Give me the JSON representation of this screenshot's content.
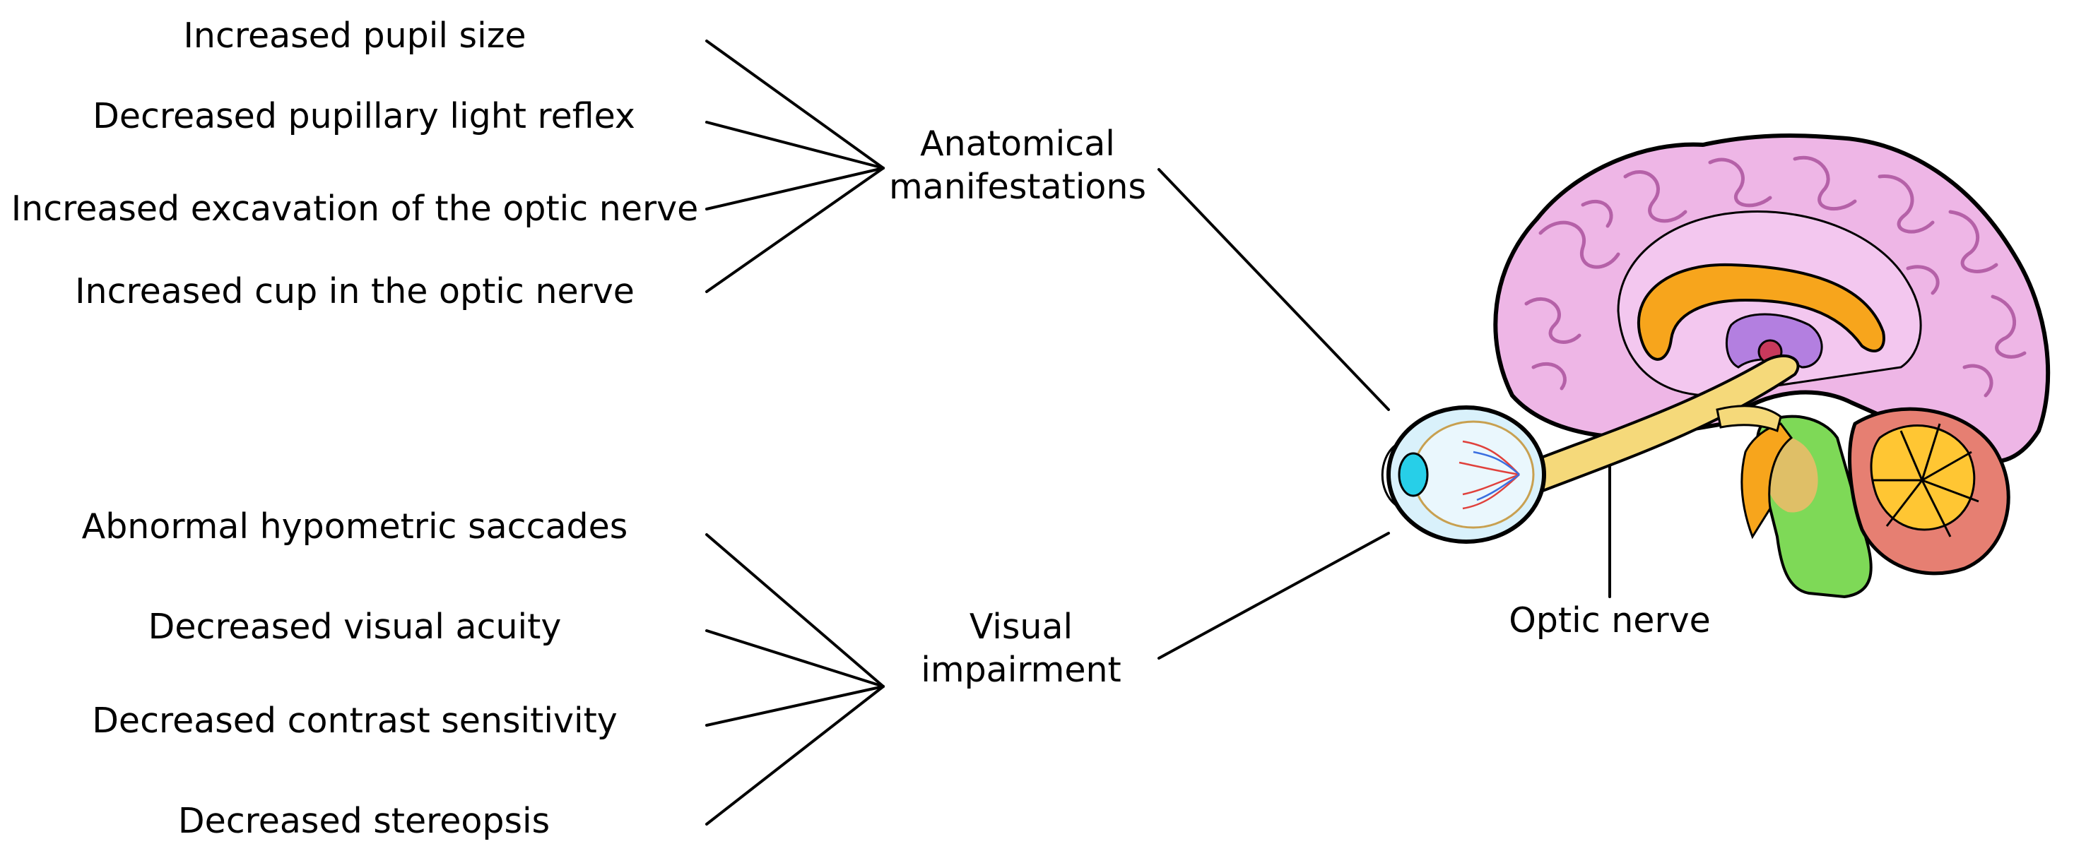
{
  "anatomical_group": {
    "heading_lines": [
      "Anatomical",
      "manifestations"
    ],
    "items": [
      "Increased pupil size",
      "Decreased pupillary light reflex",
      "Increased excavation of the optic nerve",
      "Increased cup in the optic nerve"
    ]
  },
  "visual_group": {
    "heading_lines": [
      "Visual",
      "impairment"
    ],
    "items": [
      "Abnormal hypometric saccades",
      "Decreased visual acuity",
      "Decreased contrast sensitivity",
      "Decreased stereopsis"
    ]
  },
  "illustration": {
    "optic_nerve_label": "Optic nerve"
  },
  "colors": {
    "line": "#000000",
    "cortex": "#eeb6e6",
    "cortex_fold": "#b561a8",
    "corpus_callosum": "#f7a51c",
    "optic_nerve": "#f5d97a",
    "brainstem": "#7ed957",
    "cerebellum_core": "#ffc633",
    "cerebellum": "#e67f72",
    "eye_lens": "#27cfe8",
    "eyeball": "#d9f1fb"
  }
}
